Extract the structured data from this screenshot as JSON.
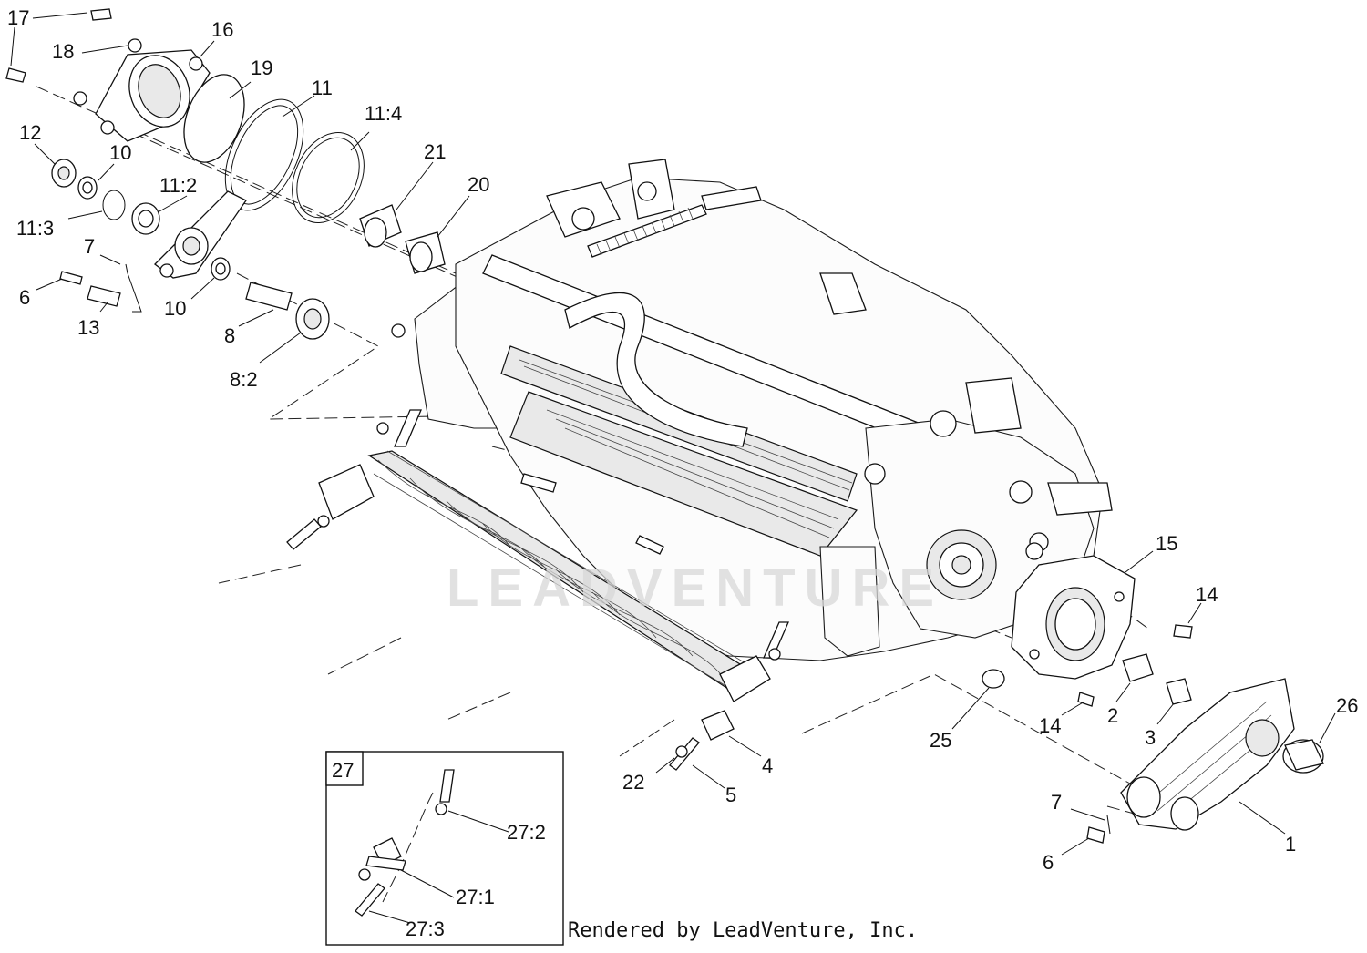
{
  "callouts": [
    {
      "id": "c17a",
      "label": "17"
    },
    {
      "id": "c16",
      "label": "16"
    },
    {
      "id": "c18",
      "label": "18"
    },
    {
      "id": "c19",
      "label": "19"
    },
    {
      "id": "c11",
      "label": "11"
    },
    {
      "id": "c11_4",
      "label": "11:4"
    },
    {
      "id": "c12",
      "label": "12"
    },
    {
      "id": "c10a",
      "label": "10"
    },
    {
      "id": "c11_2",
      "label": "11:2"
    },
    {
      "id": "c21",
      "label": "21"
    },
    {
      "id": "c20",
      "label": "20"
    },
    {
      "id": "c11_3",
      "label": "11:3"
    },
    {
      "id": "c7a",
      "label": "7"
    },
    {
      "id": "c6a",
      "label": "6"
    },
    {
      "id": "c10b",
      "label": "10"
    },
    {
      "id": "c13",
      "label": "13"
    },
    {
      "id": "c8",
      "label": "8"
    },
    {
      "id": "c8_2",
      "label": "8:2"
    },
    {
      "id": "c15",
      "label": "15"
    },
    {
      "id": "c14a",
      "label": "14"
    },
    {
      "id": "c26",
      "label": "26"
    },
    {
      "id": "c25",
      "label": "25"
    },
    {
      "id": "c14b",
      "label": "14"
    },
    {
      "id": "c2",
      "label": "2"
    },
    {
      "id": "c3",
      "label": "3"
    },
    {
      "id": "c4",
      "label": "4"
    },
    {
      "id": "c22",
      "label": "22"
    },
    {
      "id": "c5",
      "label": "5"
    },
    {
      "id": "c7b",
      "label": "7"
    },
    {
      "id": "c1",
      "label": "1"
    },
    {
      "id": "c6b",
      "label": "6"
    }
  ],
  "inset": {
    "title": "27",
    "callouts": [
      {
        "id": "i27_2",
        "label": "27:2"
      },
      {
        "id": "i27_1",
        "label": "27:1"
      },
      {
        "id": "i27_3",
        "label": "27:3"
      }
    ]
  },
  "watermark": "LEADVENTURE",
  "footer": "Rendered by LeadVenture, Inc."
}
